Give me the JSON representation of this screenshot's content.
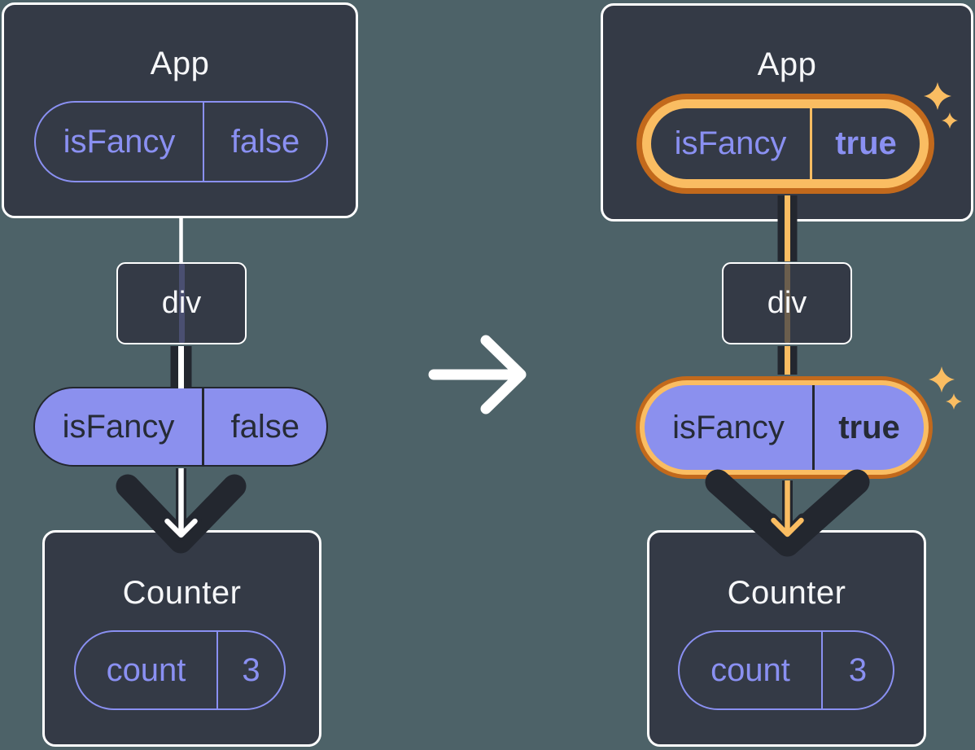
{
  "diagram": {
    "before": {
      "app": {
        "title": "App",
        "state": {
          "key": "isFancy",
          "value": "false"
        }
      },
      "div_node": {
        "label": "div"
      },
      "prop": {
        "key": "isFancy",
        "value": "false"
      },
      "counter": {
        "title": "Counter",
        "state": {
          "key": "count",
          "value": "3"
        }
      }
    },
    "after": {
      "app": {
        "title": "App",
        "state": {
          "key": "isFancy",
          "value": "true"
        }
      },
      "div_node": {
        "label": "div"
      },
      "prop": {
        "key": "isFancy",
        "value": "true"
      },
      "counter": {
        "title": "Counter",
        "state": {
          "key": "count",
          "value": "3"
        }
      }
    },
    "icons": {
      "transition": "right-arrow-icon",
      "highlight": "sparkle-icon",
      "flow": "down-arrow-icon"
    },
    "colors": {
      "background": "#4d6268",
      "card": "#343a46",
      "card_border": "#ffffff",
      "purple": "#8a90f2",
      "pill_fill": "#8b90ee",
      "dark_stroke": "#23272f",
      "highlight_light": "#fabd62",
      "highlight_dark": "#c2691c",
      "white_line": "#ffffff"
    }
  }
}
